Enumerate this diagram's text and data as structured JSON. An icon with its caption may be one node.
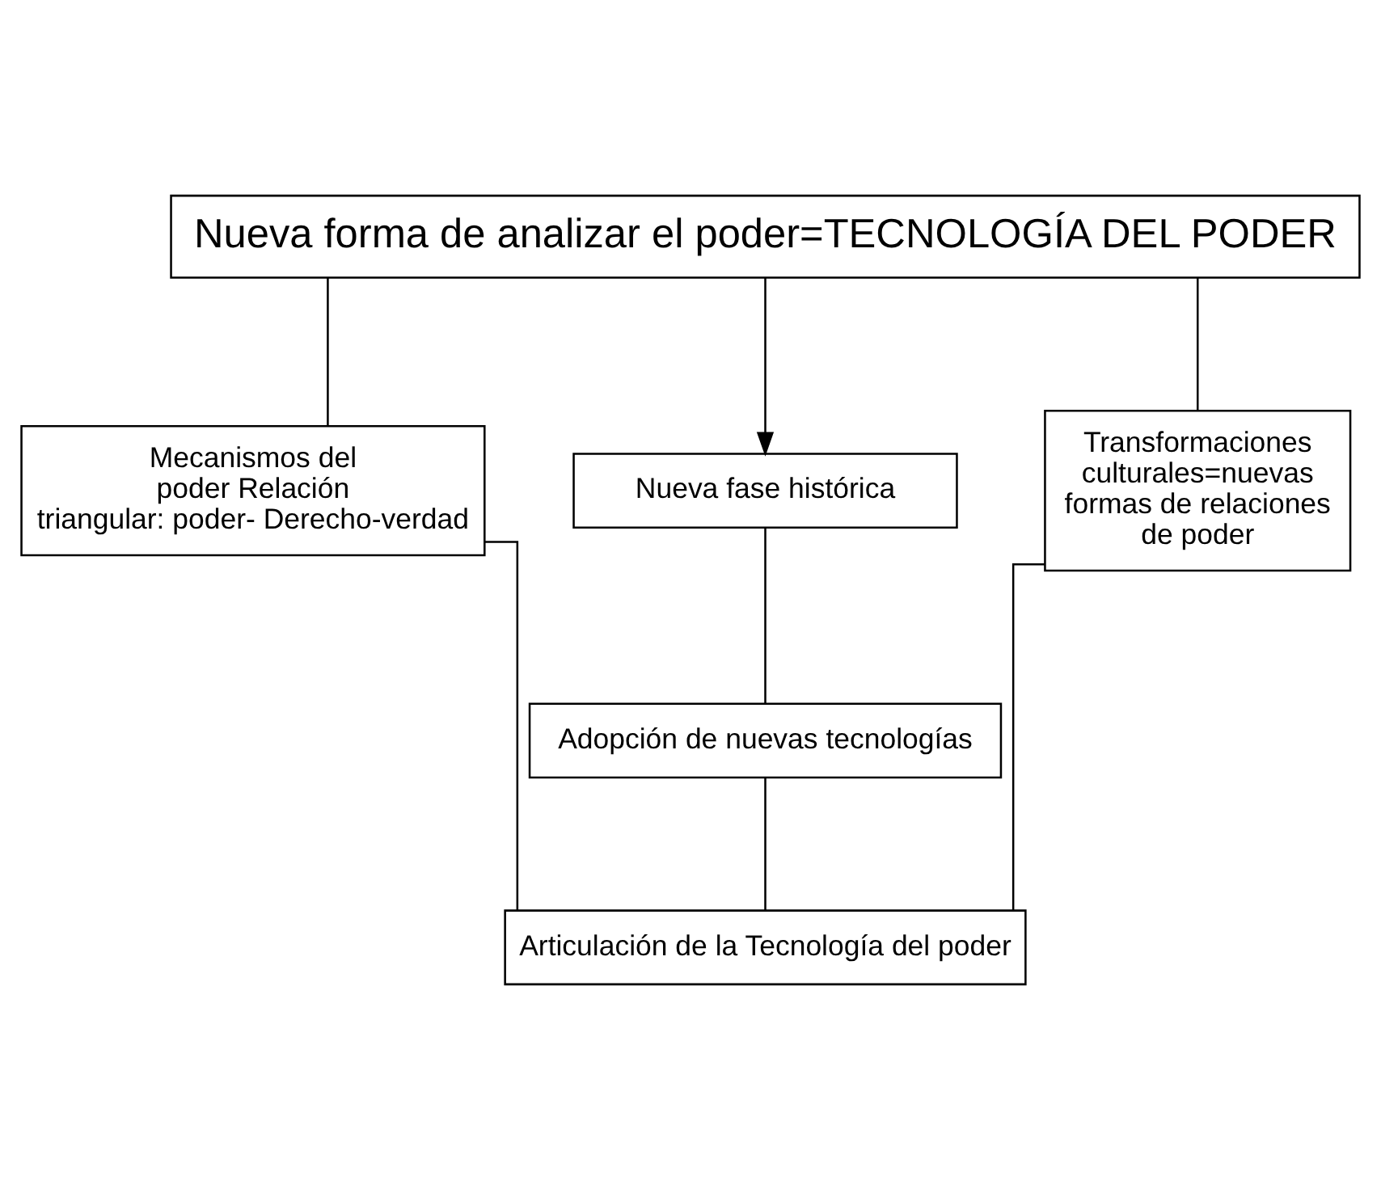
{
  "diagram": {
    "nodes": [
      {
        "text": [
          "Nueva forma de analizar el poder=TECNOLOGÍA DEL PODER"
        ]
      },
      {
        "text": [
          "Mecanismos del poder Relación triangular: poder- Derecho-verdad"
        ]
      },
      {
        "text": [
          "Nueva fase histórica"
        ]
      },
      {
        "text": [
          "Transformaciones culturales=nuevas formas de relaciones de poder"
        ]
      },
      {
        "text": [
          "Adopción de nuevas tecnologías"
        ]
      },
      {
        "text": [
          "Articulación de la Tecnología del poder"
        ]
      }
    ],
    "edges": [
      {
        "from": 0,
        "to": 1,
        "arrow": "none"
      },
      {
        "from": 0,
        "to": 2,
        "arrow": "to"
      },
      {
        "from": 0,
        "to": 3,
        "arrow": "none"
      },
      {
        "from": 2,
        "to": 4,
        "arrow": "none"
      },
      {
        "from": 1,
        "to": 5,
        "arrow": "none"
      },
      {
        "from": 4,
        "to": 5,
        "arrow": "none"
      },
      {
        "from": 3,
        "to": 5,
        "arrow": "none"
      }
    ]
  }
}
